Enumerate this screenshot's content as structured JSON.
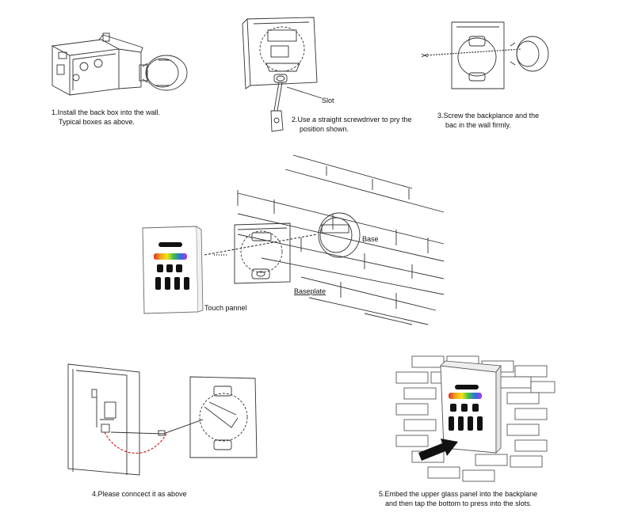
{
  "steps": {
    "step1": {
      "line1": "1.Install the back box into the wall.",
      "line2": "Typical boxes as above."
    },
    "step2": {
      "line1": "2.Use a straight screwdriver to pry the",
      "line2": "position shown.",
      "callout": "Slot"
    },
    "step3": {
      "line1": "3.Screw the backplance and the",
      "line2": "bac in the wall firmly."
    },
    "diagram": {
      "base": "Base",
      "baseplate": "Baseplate",
      "touch_panel": "Touch pannel"
    },
    "step4": {
      "line1": "4.Please conncect it as above"
    },
    "step5": {
      "line1": "5.Embed the upper glass panel into the backplane",
      "line2": "and then tap the bottom to press into the slots."
    }
  },
  "colors": {
    "line": "#333333",
    "wire": "#d32020",
    "arrow": "#111111"
  },
  "icons": [
    "back-box-icon",
    "screwdriver-icon",
    "screw-icon",
    "brick-wall-icon",
    "touch-panel-icon",
    "arrow-icon"
  ]
}
